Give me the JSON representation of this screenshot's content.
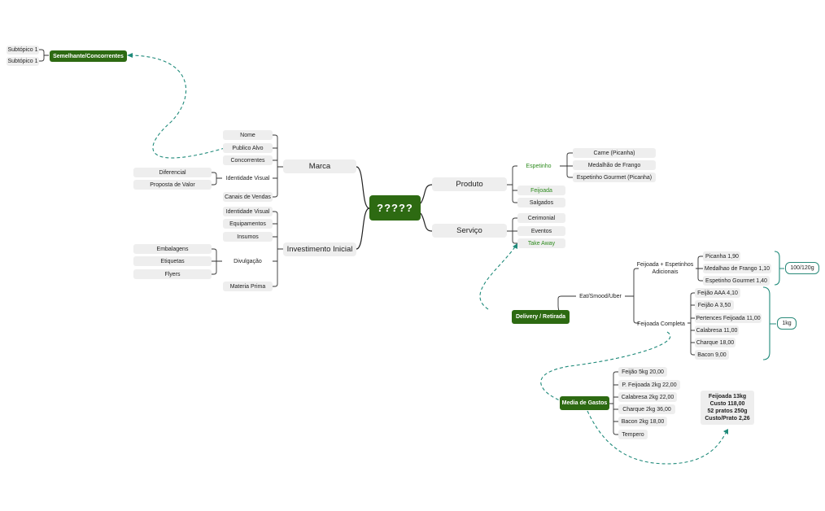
{
  "central": "?????",
  "left": {
    "semelhante": {
      "label": "Semelhante/Concorrentes",
      "subtopics": [
        "Subtópico 1",
        "Subtópico 1"
      ]
    },
    "marca": {
      "label": "Marca",
      "items": [
        "Nome",
        "Publico Alvo",
        "Concorrentes",
        "Identidade Visual",
        "Canais de Vendas"
      ],
      "identidade_children": [
        "Diferencial",
        "Proposta de Valor"
      ]
    },
    "investimento": {
      "label": "Investimento Inicial",
      "items": [
        "Identidade Visual",
        "Equipamentos",
        "Insumos",
        "Divulgação",
        "Materia Prima"
      ],
      "divulgacao_children": [
        "Embalagens",
        "Etiquetas",
        "Flyers"
      ]
    }
  },
  "right": {
    "produto": {
      "label": "Produto",
      "items": [
        "Espetinho",
        "Feijoada",
        "Salgados"
      ],
      "espetinho_children": [
        "Carne (Picanha)",
        "Medalhão de Frango",
        "Espetinho Gourmet (Picanha)"
      ]
    },
    "servico": {
      "label": "Serviço",
      "items": [
        "Cerimonial",
        "Eventos",
        "Take Away"
      ]
    }
  },
  "delivery": {
    "label": "Delivery / Retirada",
    "platform": "Eat/Smood/Uber",
    "feijoada_espetinhos": {
      "label": "Feijoada + Espetinhos Adicionais",
      "items": [
        "Picanha 1,90",
        "Medalhao de Frango 1,10",
        "Espetinho Gourmet 1,40"
      ],
      "note": "100/120g"
    },
    "feijoada_completa": {
      "label": "Feijoada Completa",
      "items": [
        "Feijão AAA 4,10",
        "Feijão A 3,50",
        "Pertences Feijoada 11,00",
        "Calabresa 11,00",
        "Charque 18,00",
        "Bacon 9,00"
      ],
      "note": "1kg"
    }
  },
  "gastos": {
    "label": "Media de Gastos",
    "items": [
      "Feijão 5kg 20,00",
      "P. Feijoada 2kg 22,00",
      "Calabresa 2kg 22,00",
      "Charque 2kg 36,00",
      "Bacon 2kg 18,00",
      "Tempero"
    ],
    "summary": [
      "Feijoada 13kg",
      "Custo 118,00",
      "52 pratos 250g",
      "Custo/Prato 2,26"
    ]
  }
}
